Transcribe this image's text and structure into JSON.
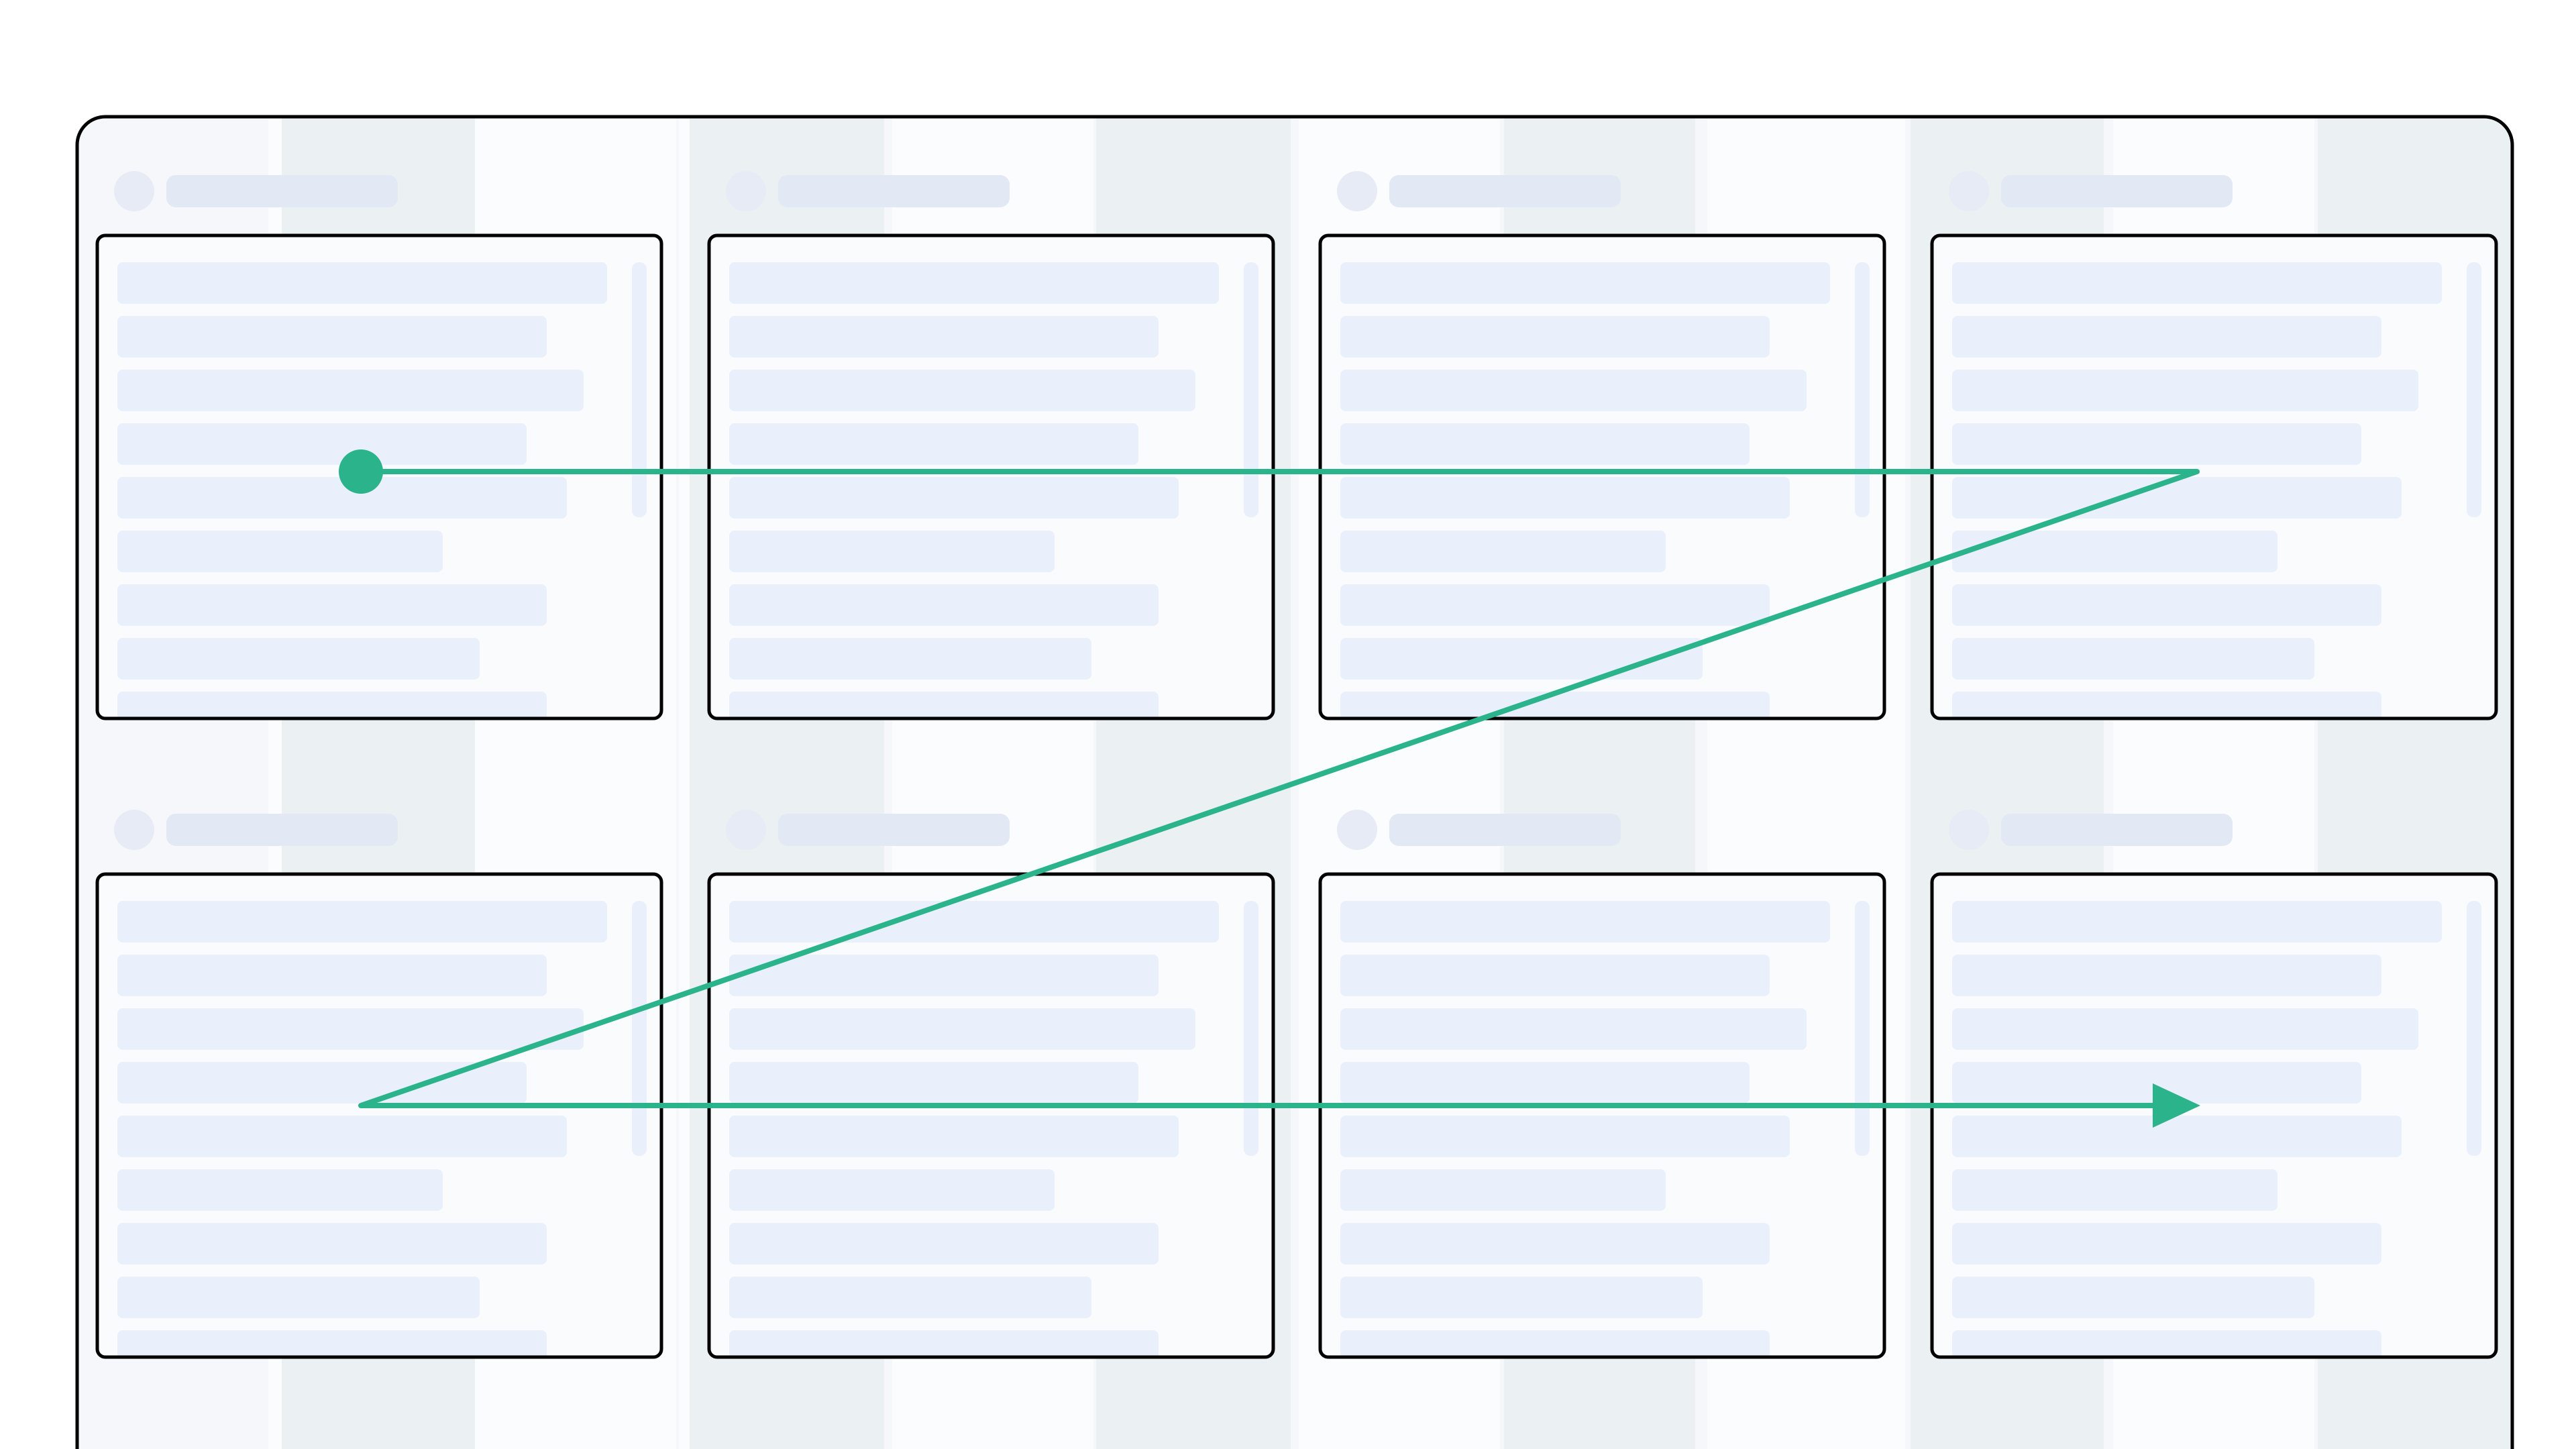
{
  "colors": {
    "background": "#ffffff",
    "frame_bg": "#f5f7fa",
    "column_white": "#fbfcfe",
    "column_shade": "#ebf0f3",
    "outline": "#000000",
    "panel_fill": "#fafbfd",
    "skeleton_row": "#eaf0fb",
    "scrollbar": "#eaf0fb",
    "header_dot": "#e6ebf5",
    "header_pill": "#e2e8f4",
    "accent": "#2bb38b"
  },
  "diagram": {
    "type": "z-pattern-reading-path",
    "grid": {
      "rows": 2,
      "columns": 4
    },
    "path_start_marker": "dot-icon",
    "path_end_marker": "arrowhead-icon",
    "path_turns": [
      "top-left",
      "top-right",
      "bottom-left",
      "bottom-right"
    ]
  }
}
